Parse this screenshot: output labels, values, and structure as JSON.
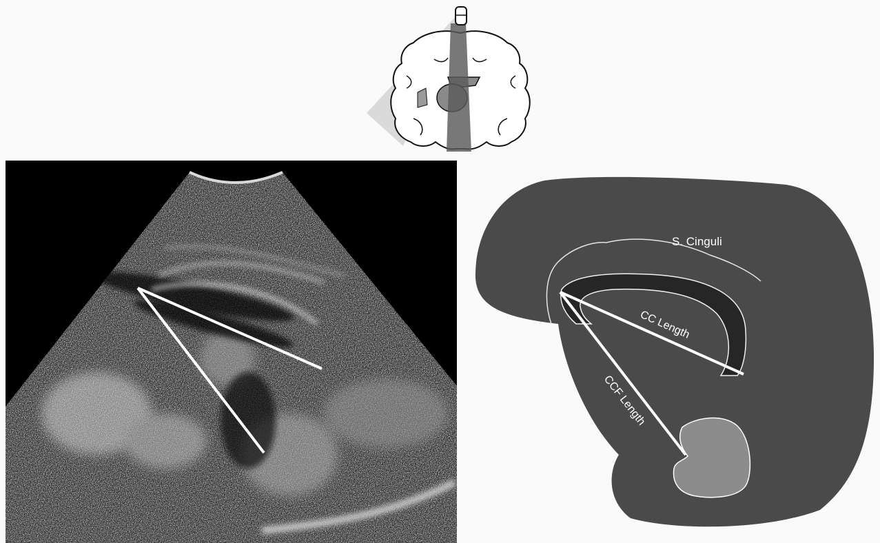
{
  "figure": {
    "labels": {
      "cingulate_sulcus": "S. Cinguli",
      "cc_length": "CC Length",
      "ccf_length": "CCF Length"
    },
    "colors": {
      "page_background": "#fafafa",
      "ultrasound_background": "#000000",
      "schematic_brain": "#4a4a4a",
      "corpus_callosum": "#262626",
      "fossa": "#8c8c8c",
      "measurement_line": "#ffffff",
      "orientation_beam": "#5a5a5a",
      "orientation_fan": "#d4d4d4"
    },
    "icons": {
      "orientation": "coronal-brain-probe-icon"
    }
  }
}
